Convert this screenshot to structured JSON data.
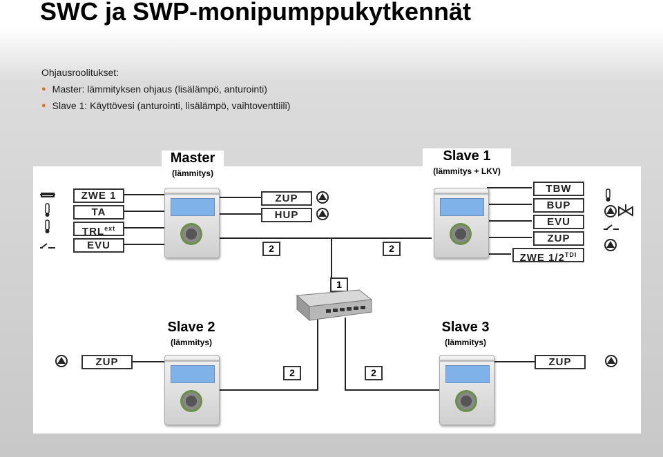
{
  "title": "SWC ja SWP-monipumppukytkennät",
  "roles": {
    "header": "Ohjausroolitukset:",
    "items": [
      "Master: lämmityksen ohjaus (lisälämpö, anturointi)",
      "Slave 1: Käyttövesi (anturointi, lisälämpö, vaihtoventtiili)"
    ]
  },
  "nodes": {
    "master": {
      "name": "Master",
      "sub": "(lämmitys)"
    },
    "slave1": {
      "name": "Slave 1",
      "sub": "(lämmitys + LKV)"
    },
    "slave2": {
      "name": "Slave 2",
      "sub": "(lämmitys)"
    },
    "slave3": {
      "name": "Slave 3",
      "sub": "(lämmitys)"
    }
  },
  "master_inputs": [
    "ZWE 1",
    "TA",
    "TRL",
    "EVU"
  ],
  "master_input_sup": "ext",
  "master_outputs": [
    "ZUP",
    "HUP"
  ],
  "slave1_outputs": [
    "TBW",
    "BUP",
    "EVU",
    "ZUP",
    "ZWE 1/2"
  ],
  "slave1_sup": "TDI",
  "slave2_output": "ZUP",
  "slave3_output": "ZUP",
  "cable_labels": {
    "master": "2",
    "slave1": "2",
    "switch": "1",
    "slave2": "2",
    "slave3": "2"
  }
}
